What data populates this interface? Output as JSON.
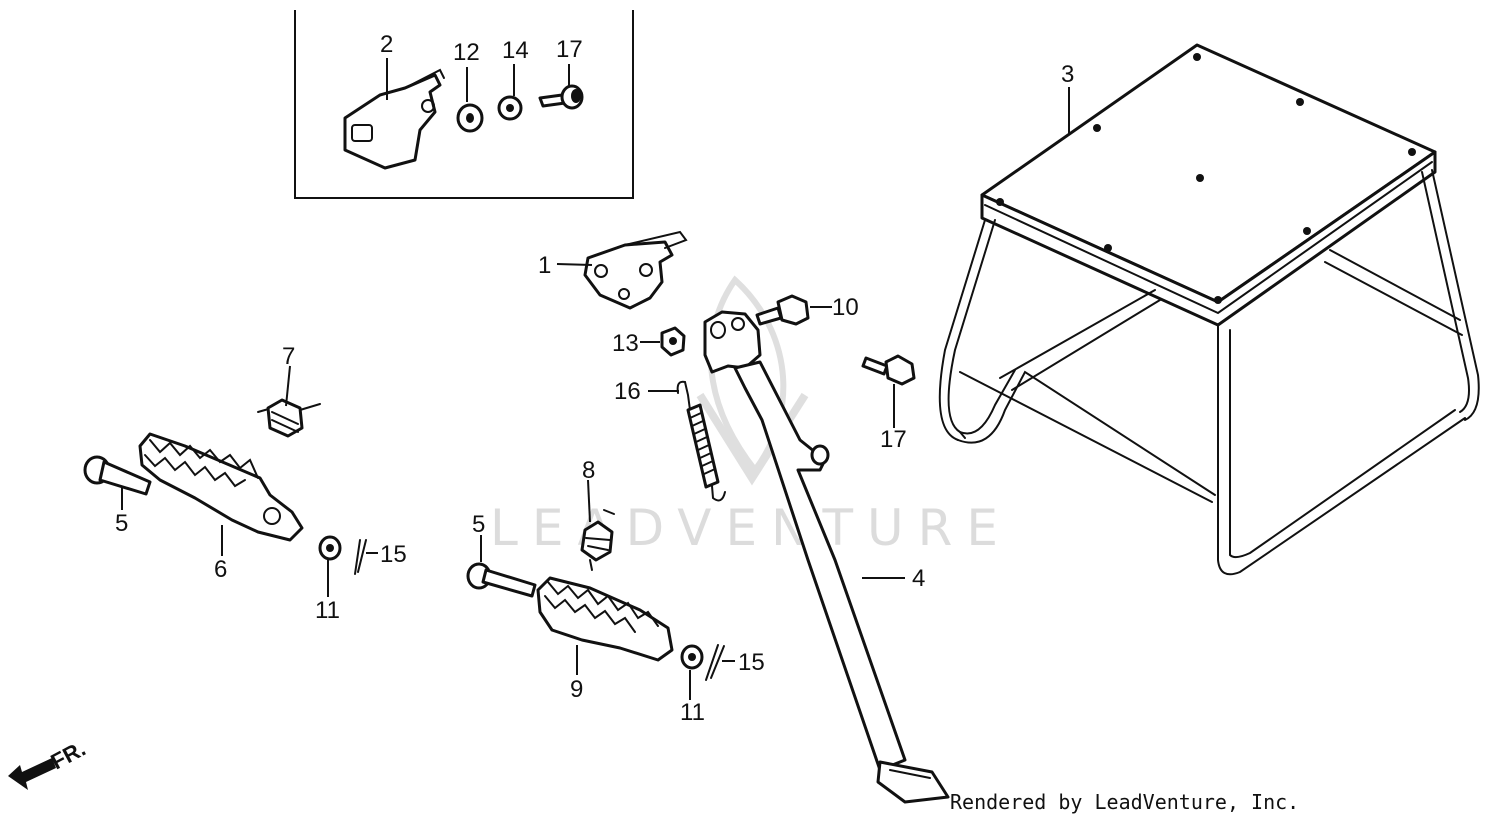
{
  "labels": {
    "p1": "1",
    "p2": "2",
    "p3": "3",
    "p4": "4",
    "p5a": "5",
    "p5b": "5",
    "p6": "6",
    "p7": "7",
    "p8": "8",
    "p9": "9",
    "p10": "10",
    "p11a": "11",
    "p11b": "11",
    "p12": "12",
    "p13": "13",
    "p14": "14",
    "p15a": "15",
    "p15b": "15",
    "p16": "16",
    "p17a": "17",
    "p17b": "17"
  },
  "watermark": "LEADVENTURE",
  "front_marker": "FR.",
  "credit": "Rendered by LeadVenture, Inc."
}
